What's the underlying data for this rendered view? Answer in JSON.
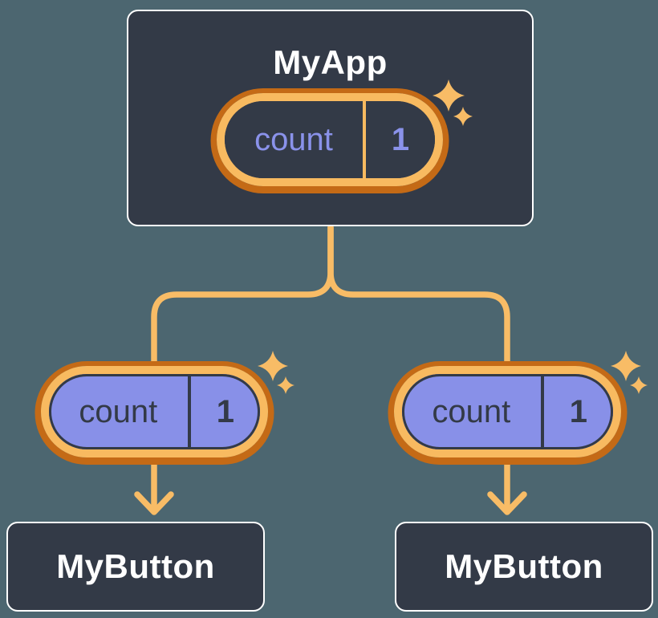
{
  "diagram": {
    "root": {
      "label": "MyApp",
      "state_pill": {
        "key": "count",
        "value": "1"
      }
    },
    "children": [
      {
        "pill": {
          "key": "count",
          "value": "1"
        },
        "label": "MyButton"
      },
      {
        "pill": {
          "key": "count",
          "value": "1"
        },
        "label": "MyButton"
      }
    ]
  },
  "icons": {
    "sparkle": "✦",
    "arrowhead": "v"
  },
  "colors": {
    "background": "#4C6670",
    "node_fill": "#333A47",
    "node_border": "#FFFFFF",
    "node_text": "#FFFFFF",
    "ring_outer": "#C46A16",
    "ring_inner": "#F8BA60",
    "connector": "#F8BC66",
    "pill_purple": "#8890E8",
    "pill_text_purple": "#8A92EA",
    "pill_text_dark": "#333A47"
  }
}
